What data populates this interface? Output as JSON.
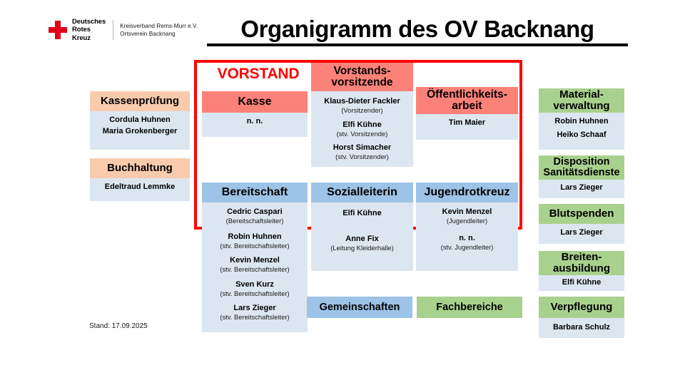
{
  "logo": {
    "org_name": "Deutsches\nRotes\nKreuz",
    "subtitle": "Kreisverband Rems-Murr e.V.\nOrtsverein Backnang",
    "cross_color": "#e2001a"
  },
  "title": "Organigramm des OV Backnang",
  "vorstand": {
    "label": "VORSTAND",
    "frame_color": "#ff0000"
  },
  "colors": {
    "header_orange": "#f8cbad",
    "header_red": "#fc8279",
    "header_blue": "#9dc3e6",
    "header_green": "#a9d18e",
    "body_blue": "#dce6f1",
    "vorstand_red": "#ff0000"
  },
  "left_column": [
    {
      "title": "Kassenprüfung",
      "header_style": "orange",
      "entries": [
        {
          "name": "Cordula Huhnen",
          "role": ""
        },
        {
          "name": "Maria Grokenberger",
          "role": ""
        }
      ]
    },
    {
      "title": "Buchhaltung",
      "header_style": "orange",
      "entries": [
        {
          "name": "Edeltraud Lemmke",
          "role": ""
        }
      ]
    }
  ],
  "center_columns": [
    {
      "title": "Kasse",
      "header_style": "red",
      "entries": [
        {
          "name": "n. n.",
          "role": ""
        }
      ]
    },
    {
      "title": "Vorstands-\nvorsitzende",
      "header_style": "red",
      "entries": [
        {
          "name": "Klaus-Dieter Fackler",
          "role": "(Vorsitzender)"
        },
        {
          "name": "Elfi Kühne",
          "role": "(stv. Vorsitzende)"
        },
        {
          "name": "Horst Simacher",
          "role": "(stv. Vorsitzender)"
        }
      ]
    },
    {
      "title": "Öffentlichkeits-\narbeit",
      "header_style": "red",
      "entries": [
        {
          "name": "Tim Maier",
          "role": ""
        }
      ]
    }
  ],
  "gemeinschaften_columns": [
    {
      "title": "Bereitschaft",
      "header_style": "blue",
      "entries": [
        {
          "name": "Cedric Caspari",
          "role": "(Bereitschaftsleiter)"
        },
        {
          "name": "Robin Huhnen",
          "role": "(stv. Bereitschaftsleiter)"
        },
        {
          "name": "Kevin Menzel",
          "role": "(stv. Bereitschaftsleiter)"
        },
        {
          "name": "Sven Kurz",
          "role": "(stv. Bereitschaftsleiter)"
        },
        {
          "name": "Lars Zieger",
          "role": "(stv. Bereitschaftsleiter)"
        }
      ]
    },
    {
      "title": "Sozialleiterin",
      "header_style": "blue",
      "entries": [
        {
          "name": "Elfi Kühne",
          "role": ""
        },
        {
          "name": "Anne Fix",
          "role": "(Leitung Kleiderhalle)"
        }
      ]
    },
    {
      "title": "Jugendrotkreuz",
      "header_style": "blue",
      "entries": [
        {
          "name": "Kevin Menzel",
          "role": "(Jugendleiter)"
        },
        {
          "name": "n. n.",
          "role": "(stv. Jugendleiter)"
        }
      ]
    }
  ],
  "right_column": [
    {
      "title": "Material-\nverwaltung",
      "header_style": "green",
      "entries": [
        {
          "name": "Robin Huhnen",
          "role": ""
        },
        {
          "name": "Heiko Schaaf",
          "role": ""
        }
      ]
    },
    {
      "title": "Disposition\nSanitätsdienste",
      "header_style": "green",
      "entries": [
        {
          "name": "Lars Zieger",
          "role": ""
        }
      ]
    },
    {
      "title": "Blutspenden",
      "header_style": "green",
      "entries": [
        {
          "name": "Lars Zieger",
          "role": ""
        }
      ]
    },
    {
      "title": "Breiten-\nausbildung",
      "header_style": "green",
      "entries": [
        {
          "name": "Elfi Kühne",
          "role": ""
        }
      ]
    },
    {
      "title": "Verpflegung",
      "header_style": "green",
      "entries": [
        {
          "name": "Barbara Schulz",
          "role": ""
        }
      ]
    }
  ],
  "legend": [
    {
      "label": "Gemeinschaften",
      "style": "blue"
    },
    {
      "label": "Fachbereiche",
      "style": "green"
    }
  ],
  "footer": {
    "stand": "Stand: 17.09.2025"
  }
}
